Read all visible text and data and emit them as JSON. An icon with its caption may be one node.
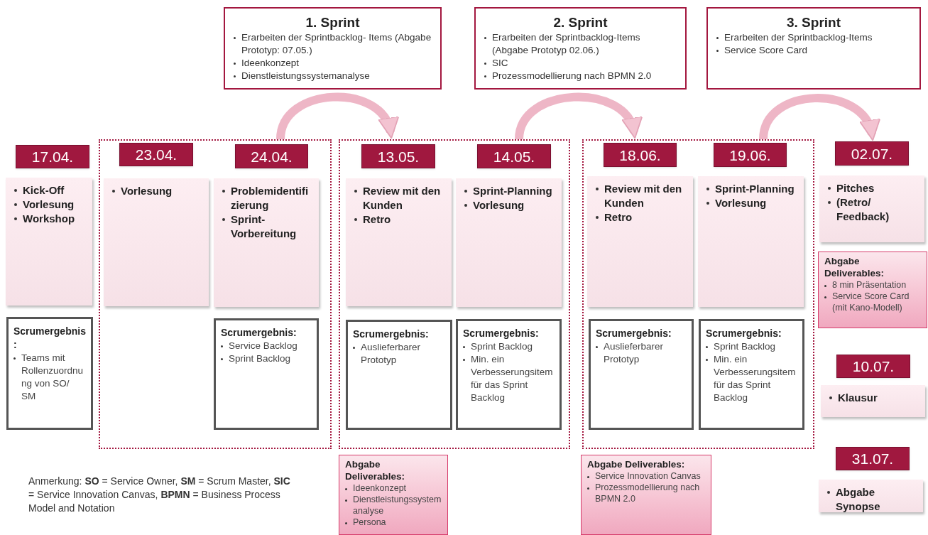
{
  "diagram": {
    "nodes": [
      {
        "text": [
          "1. Sprint",
          "Erarbeiten der Sprintbacklog- Items (Abgabe Prototyp: 07.05.)",
          "Ideenkonzept",
          "Dienstleistungssystemanalyse"
        ]
      },
      {
        "text": [
          "2. Sprint",
          "Erarbeiten der Sprintbacklog-Items (Abgabe Prototyp 02.06.)",
          "SIC",
          "Prozessmodellierung nach BPMN 2.0"
        ]
      },
      {
        "text": [
          "3. Sprint",
          "Erarbeiten der Sprintbacklog-Items",
          "Service Score Card"
        ]
      },
      {
        "text": [
          "17.04."
        ]
      },
      {
        "text": [
          "Kick-Off",
          "Vorlesung",
          "Workshop"
        ]
      },
      {
        "text": [
          "Scrumergebnis:",
          "Teams mit Rollenzuordnung von SO/ SM"
        ]
      },
      {
        "text": [],
        "shape": "box"
      },
      {
        "text": [
          "23.04."
        ],
        "in": 6
      },
      {
        "text": [
          "Vorlesung"
        ],
        "in": 6
      },
      {
        "text": [
          "24.04."
        ],
        "in": 6
      },
      {
        "text": [
          "Problemidentifizierung",
          "Sprint-Vorbereitung"
        ],
        "in": 6
      },
      {
        "text": [
          "Scrumergebnis:",
          "Service Backlog",
          "Sprint Backlog"
        ],
        "in": 6
      },
      {
        "text": [],
        "shape": "box"
      },
      {
        "text": [
          "13.05."
        ],
        "in": 12
      },
      {
        "text": [
          "Review mit den Kunden",
          "Retro"
        ],
        "in": 12
      },
      {
        "text": [
          "14.05."
        ],
        "in": 12
      },
      {
        "text": [
          "Sprint-Planning",
          "Vorlesung"
        ],
        "in": 12
      },
      {
        "text": [
          "Scrumergebnis:",
          "Auslieferbarer Prototyp"
        ],
        "in": 12
      },
      {
        "text": [
          "Scrumergebnis:",
          "Sprint Backlog",
          "Min. ein Verbesserungsitem für das Sprint Backlog"
        ],
        "in": 12
      },
      {
        "text": [],
        "shape": "box"
      },
      {
        "text": [
          "18.06."
        ],
        "in": 19
      },
      {
        "text": [
          "Review mit den Kunden",
          "Retro"
        ],
        "in": 19
      },
      {
        "text": [
          "19.06."
        ],
        "in": 19
      },
      {
        "text": [
          "Sprint-Planning",
          "Vorlesung"
        ],
        "in": 19
      },
      {
        "text": [
          "Scrumergebnis:",
          "Auslieferbarer Prototyp"
        ],
        "in": 19
      },
      {
        "text": [
          "Scrumergebnis:",
          "Sprint Backlog",
          "Min. ein Verbesserungsitem für das Sprint Backlog"
        ],
        "in": 19
      },
      {
        "text": [
          "02.07."
        ]
      },
      {
        "text": [
          "Pitches",
          "(Retro/ Feedback)"
        ]
      },
      {
        "text": [
          "Abgabe Deliverables:",
          "8 min Präsentation",
          "Service Score Card (mit Kano-Modell)"
        ]
      },
      {
        "text": [
          "10.07."
        ]
      },
      {
        "text": [
          "Klausur"
        ]
      },
      {
        "text": [
          "Abgabe Deliverables:",
          "Ideenkonzept",
          "Dienstleistungssystemanalyse",
          "Persona"
        ]
      },
      {
        "text": [
          "Abgabe Deliverables:",
          "Service Innovation Canvas",
          "Prozessmodellierung nach BPMN 2.0"
        ]
      },
      {
        "text": [
          "31.07."
        ]
      },
      {
        "text": [
          "Abgabe Synopse"
        ]
      }
    ],
    "edges": [
      {
        "from": 6,
        "to": 12,
        "arrow": "to"
      },
      {
        "from": 12,
        "to": 19,
        "arrow": "to"
      },
      {
        "from": 19,
        "to": 26,
        "arrow": "to"
      }
    ],
    "labels": [
      "Anmerkung: **SO** = Service Owner, **SM** = Scrum Master, **SIC** = Service Innovation Canvas, **BPMN** = Business Process Model and Notation"
    ]
  }
}
